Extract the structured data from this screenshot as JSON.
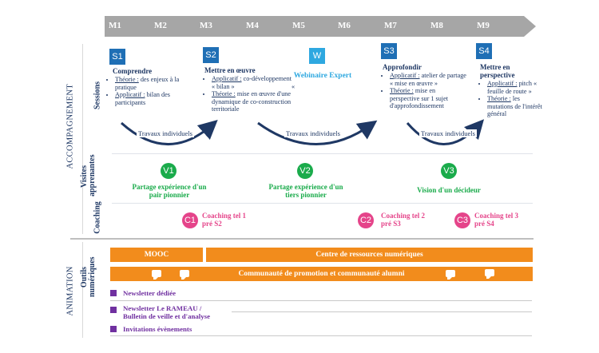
{
  "timeline": {
    "months": [
      "M1",
      "M2",
      "M3",
      "M4",
      "M5",
      "M6",
      "M7",
      "M8",
      "M9"
    ]
  },
  "sections": {
    "accompagnement": "ACCOMPAGNEMENT",
    "animation": "ANIMATION",
    "sessions": "Sessions",
    "visites": "Visites apprenantes",
    "visites_l1": "Visites",
    "visites_l2": "apprenantes",
    "coaching": "Coaching",
    "outils_l1": "Outils",
    "outils_l2": "numériques"
  },
  "sessions": [
    {
      "badge": "S1",
      "title": "Comprendre",
      "items": [
        {
          "u": "Théorie :",
          "t": " des enjeux à la pratique"
        },
        {
          "u": "Applicatif :",
          "t": " bilan des participants"
        }
      ]
    },
    {
      "badge": "S2",
      "title": "Mettre en œuvre",
      "items": [
        {
          "u": "Applicatif :",
          "t": " co-développement « bilan »"
        },
        {
          "u": "Théorie :",
          "t": " mise en œuvre d'une dynamique de co-construction territoriale"
        }
      ]
    },
    {
      "badge": "W",
      "title": "Webinaire Expert",
      "prefix": "«"
    },
    {
      "badge": "S3",
      "title": "Approfondir",
      "items": [
        {
          "u": "Applicatif :",
          "t": " atelier de partage « mise en œuvre »"
        },
        {
          "u": "Théorie :",
          "t": " mise en perspective sur 1 sujet d'approfondissement"
        }
      ]
    },
    {
      "badge": "S4",
      "title": "Mettre en perspective",
      "items": [
        {
          "u": "Applicatif :",
          "t": " pitch « feuille de route »"
        },
        {
          "u": "Théorie :",
          "t": " les mutations de l'intérêt général"
        }
      ]
    }
  ],
  "travaux": [
    "Travaux individuels",
    "Travaux individuels",
    "Travaux individuels"
  ],
  "visites": [
    {
      "badge": "V1",
      "text": "Partage expérience d'un pair pionnier"
    },
    {
      "badge": "V2",
      "text": "Partage expérience d'un tiers pionnier"
    },
    {
      "badge": "V3",
      "text": "Vision d'un décideur"
    }
  ],
  "coaching": [
    {
      "badge": "C1",
      "l1": "Coaching tel 1",
      "l2": "pré S2"
    },
    {
      "badge": "C2",
      "l1": "Coaching tel 2",
      "l2": "pré S3"
    },
    {
      "badge": "C3",
      "l1": "Coaching tel 3",
      "l2": "pré S4"
    }
  ],
  "outils": {
    "mooc": "MOOC",
    "centre": "Centre de ressources numériques",
    "communaute": "Communauté de promotion et communauté alumni"
  },
  "newsletters": [
    {
      "l1": "Newsletter dédiée"
    },
    {
      "l1": "Newsletter Le RAMEAU /",
      "l2": "Bulletin de veille et d'analyse"
    },
    {
      "l1": "Invitations évènements"
    }
  ],
  "colors": {
    "timeline": "#a6a6a6",
    "session_dark": "#1f6fb5",
    "session_light": "#2ea8e0",
    "green": "#1aab4b",
    "pink": "#e5448a",
    "orange": "#f28c1c",
    "purple": "#7030a0",
    "navy": "#1f3864"
  }
}
